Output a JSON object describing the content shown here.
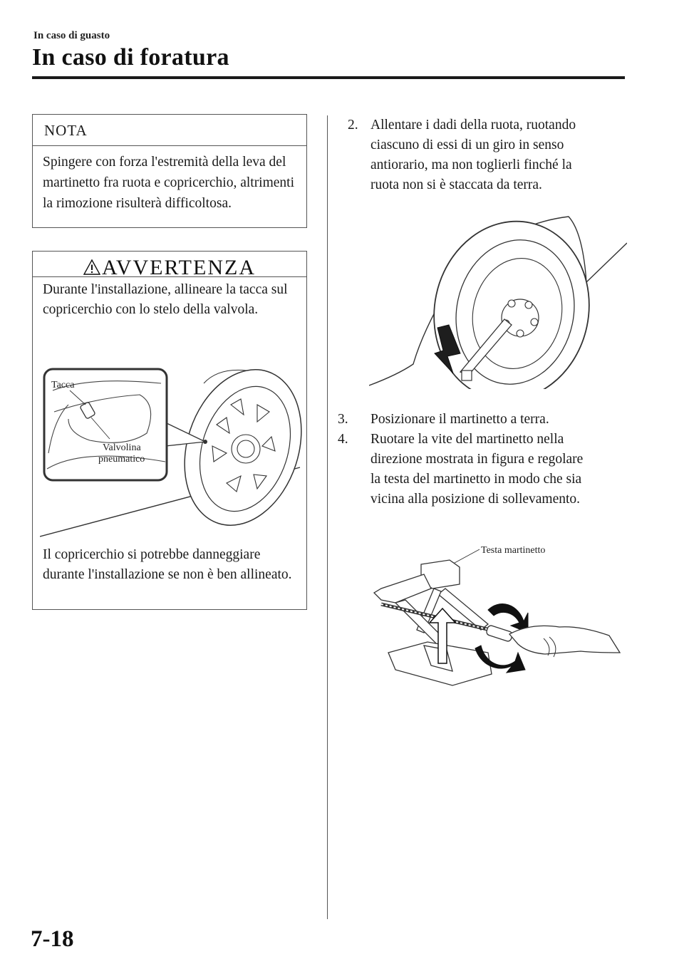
{
  "header": {
    "section": "In caso di guasto",
    "title": "In caso di foratura"
  },
  "nota": {
    "heading": "NOTA",
    "text": "Spingere con forza l'estremità della leva del martinetto fra ruota e copricerchio, altrimenti la rimozione risulterà difficoltosa."
  },
  "warning": {
    "heading": "AVVERTENZA",
    "text1": "Durante l'installazione, allineare la tacca sul copricerchio con lo stelo della valvola.",
    "figure_labels": {
      "notch": "Tacca",
      "valve_line1": "Valvolina",
      "valve_line2": "pneumatico"
    },
    "text2": "Il copricerchio si potrebbe danneggiare durante l'installazione se non è ben allineato."
  },
  "steps": [
    {
      "number": "2.",
      "lines": [
        "Allentare i dadi della ruota, ruotando",
        "ciascuno di essi di un giro in senso",
        "antiorario, ma non toglierli finché la",
        "ruota non si è staccata da terra."
      ]
    },
    {
      "number": "3.",
      "lines": [
        "Posizionare il martinetto a terra."
      ]
    },
    {
      "number": "4.",
      "lines": [
        "Ruotare la vite del martinetto nella",
        "direzione mostrata in figura e regolare",
        "la testa del martinetto in modo che sia",
        "vicina alla posizione di sollevamento."
      ]
    }
  ],
  "jack_figure": {
    "label": "Testa martinetto"
  },
  "footer": {
    "page_number": "7-18"
  }
}
